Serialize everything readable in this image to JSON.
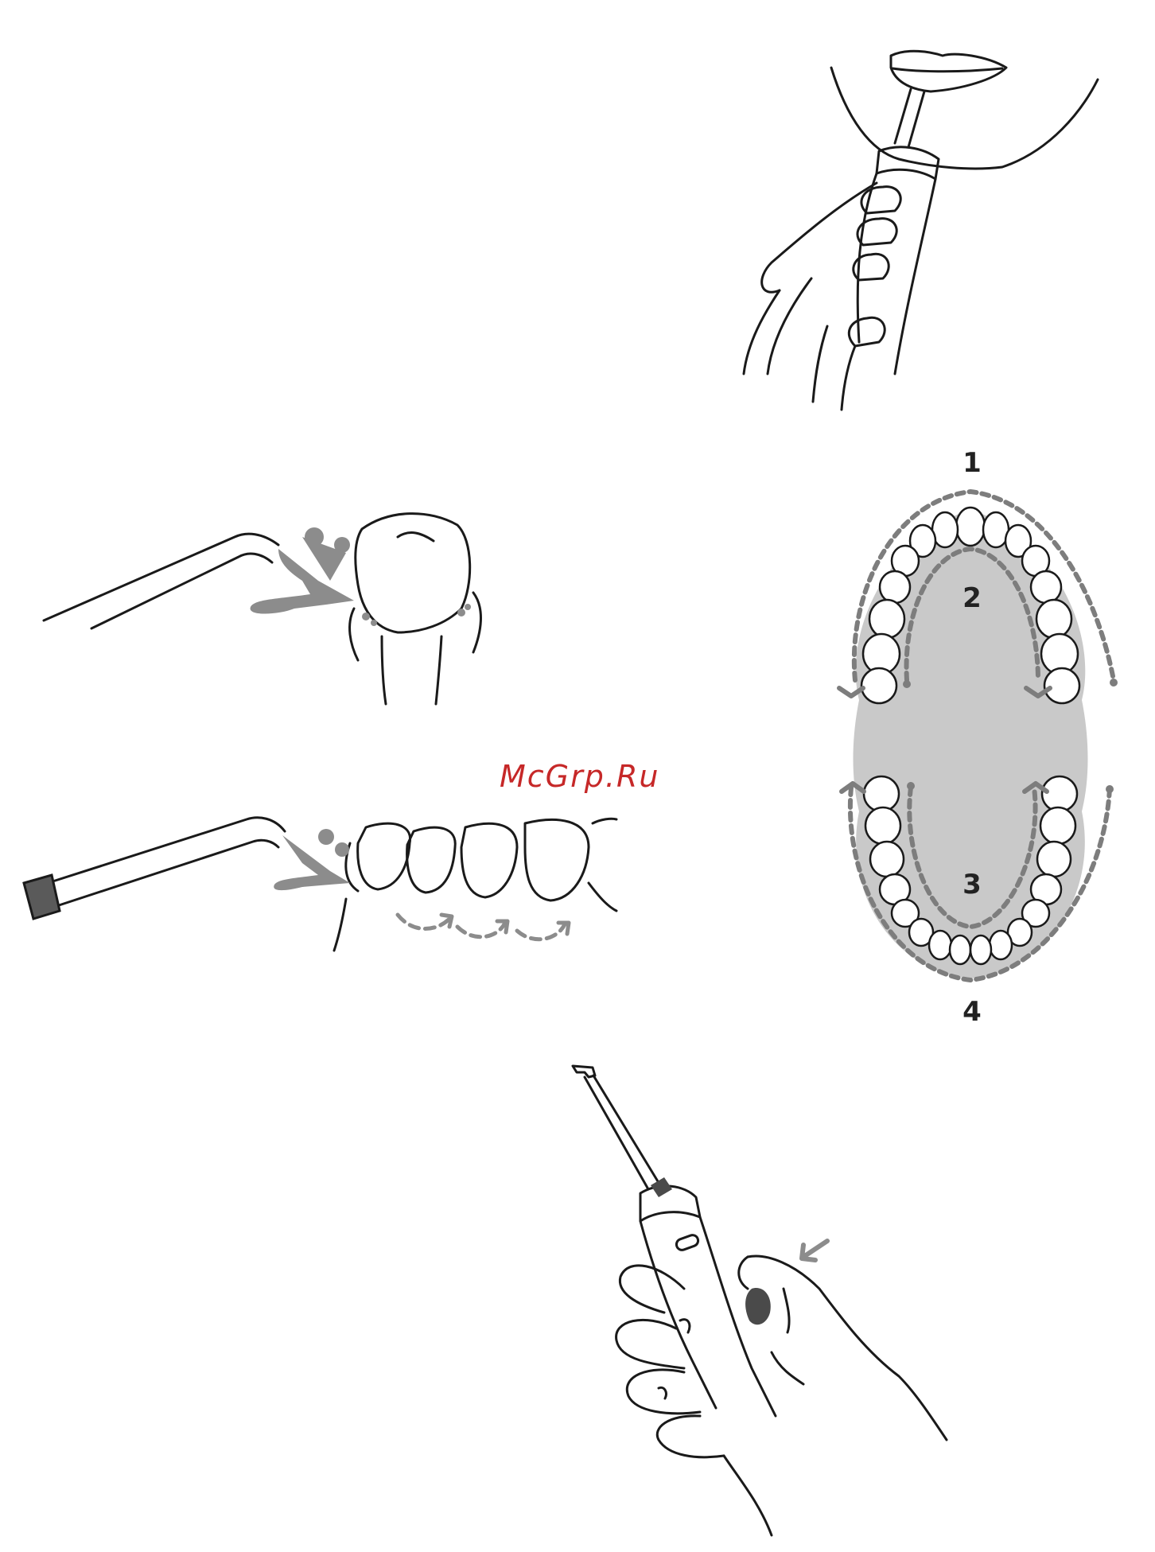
{
  "watermark": {
    "text": "McGrp.Ru"
  },
  "mouth_diagram": {
    "zone_labels": [
      "1",
      "2",
      "3",
      "4"
    ]
  },
  "colors": {
    "line": "#1a1a1a",
    "spray": "#8c8c8c",
    "mouth_fill": "#c9c9c9",
    "dash": "#7d7d7d",
    "watermark": "#c62828"
  }
}
